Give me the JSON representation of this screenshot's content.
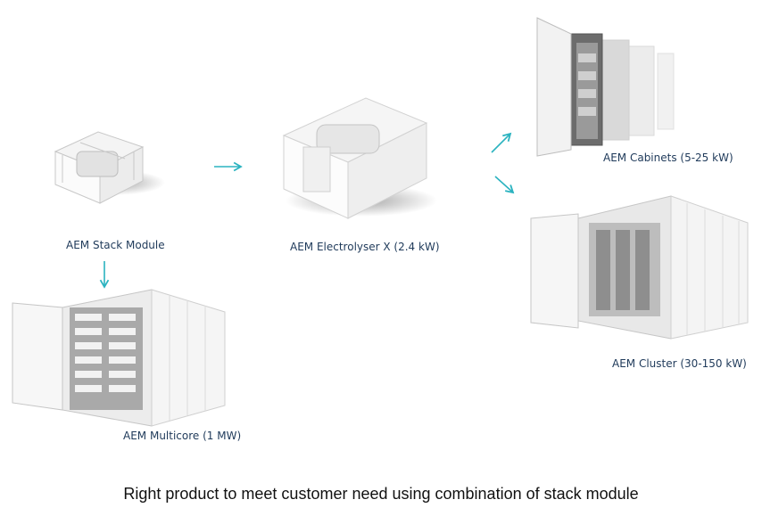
{
  "colors": {
    "arrow": "#2bb3c0",
    "label": "#1f3a5a"
  },
  "products": {
    "stack_module": {
      "label": "AEM Stack Module",
      "icon": "stack-module-image"
    },
    "electrolyser_x": {
      "label": "AEM Electrolyser X (2.4 kW)",
      "icon": "electrolyser-image"
    },
    "cabinets": {
      "label": "AEM Cabinets (5-25 kW)",
      "icon": "cabinets-image"
    },
    "cluster": {
      "label": "AEM Cluster (30-150 kW)",
      "icon": "cluster-container-image"
    },
    "multicore": {
      "label": "AEM Multicore (1 MW)",
      "icon": "multicore-container-image"
    }
  },
  "caption": "Right product to meet customer need using combination of stack module"
}
